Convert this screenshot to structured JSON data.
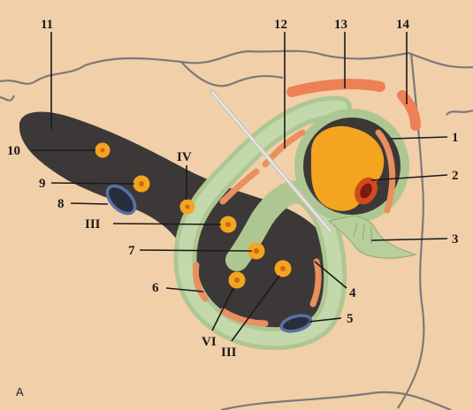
{
  "figure_letter": "A",
  "labels": {
    "n1": "1",
    "n2": "2",
    "n3": "3",
    "n4": "4",
    "n5": "5",
    "n6": "6",
    "n7": "7",
    "n8": "8",
    "n9": "9",
    "n10": "10",
    "n11": "11",
    "n12": "12",
    "n13": "13",
    "n14": "14",
    "iv": "IV",
    "iii_upper": "III",
    "iii_lower": "III",
    "vi": "VI"
  },
  "colors": {
    "background": "#f1cfa9",
    "tissue_outline": "#7a7a7a",
    "dark_mass": "#3d3838",
    "membrane": "#b8cf9c",
    "vessel_orange": "#e8905e",
    "yolk": "#f4a41e",
    "vessel_blue": "#5a6fa8"
  }
}
